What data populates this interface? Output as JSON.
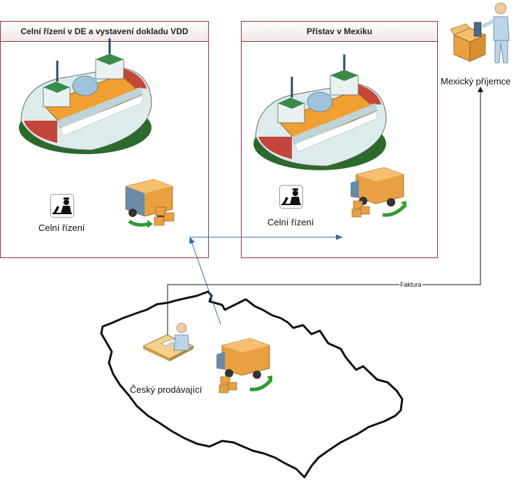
{
  "panels": {
    "germany": {
      "title": "Celní řízení v DE a vystavení dokladu VDD",
      "customs_label": "Celní řízení"
    },
    "mexico": {
      "title": "Přístav v Mexiku",
      "customs_label": "Celní řízení"
    }
  },
  "actors": {
    "receiver": "Mexický příjemce",
    "seller": "Český prodávající"
  },
  "connectors": {
    "invoice_label": "Faktura"
  },
  "colors": {
    "panel_border": "#8b3a3a",
    "flow_arrow": "#2f6fa8",
    "ship_hull": "#d9ecec",
    "ship_deck": "#f0a030",
    "truck_box": "#e8a040",
    "truck_arrow": "#2f9a2f"
  },
  "icons": [
    "ship-icon",
    "truck-icon",
    "customs-officer-icon",
    "receiver-person-icon",
    "seller-desk-icon",
    "czech-map-outline"
  ]
}
